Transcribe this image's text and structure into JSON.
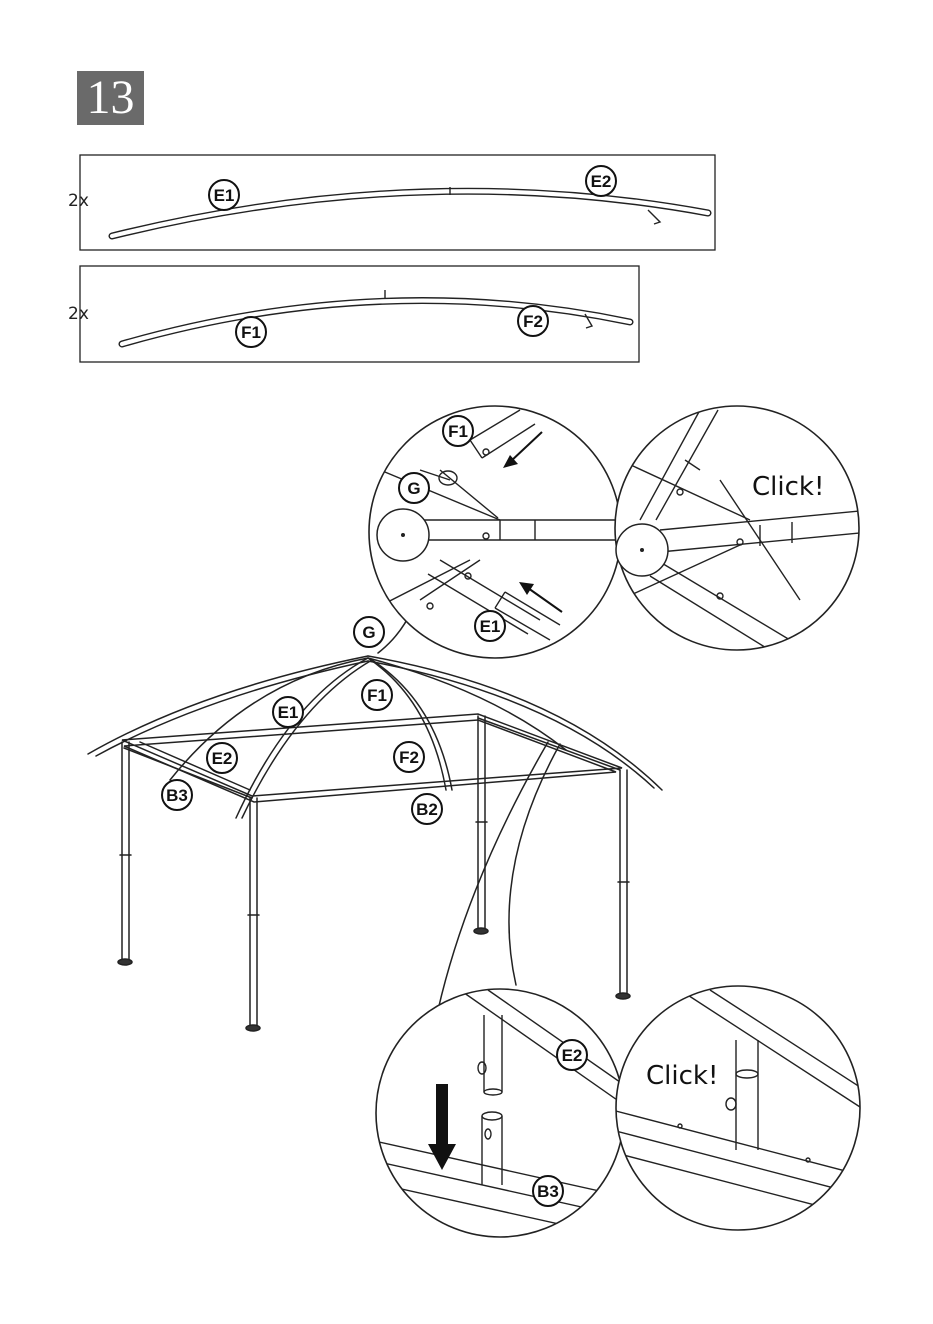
{
  "step_number": "13",
  "parts_box_1": {
    "quantity": "2x",
    "label_left": "E1",
    "label_right": "E2"
  },
  "parts_box_2": {
    "quantity": "2x",
    "label_left": "F1",
    "label_right": "F2"
  },
  "detail_top_left": {
    "label_f1": "F1",
    "label_g": "G",
    "label_e1": "E1"
  },
  "detail_top_right": {
    "caption": "Click!"
  },
  "gazebo": {
    "label_g": "G",
    "label_e1": "E1",
    "label_f1": "F1",
    "label_e2": "E2",
    "label_f2": "F2",
    "label_b3": "B3",
    "label_b2": "B2"
  },
  "detail_bottom_left": {
    "label_e2": "E2",
    "label_b3": "B3"
  },
  "detail_bottom_right": {
    "caption": "Click!"
  }
}
